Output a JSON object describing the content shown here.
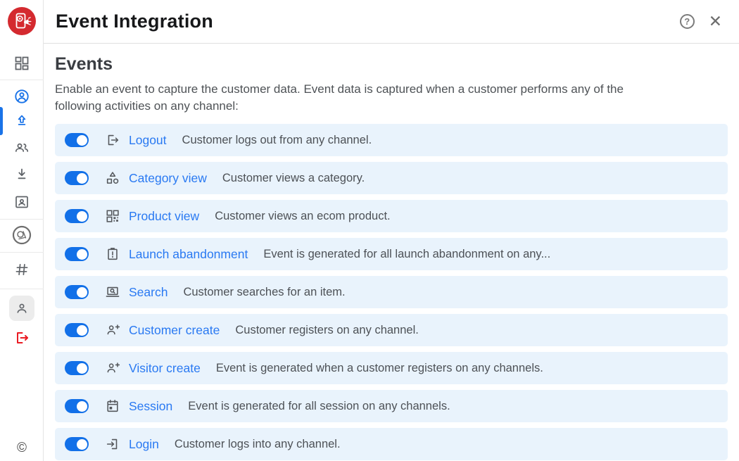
{
  "header": {
    "title": "Event Integration",
    "help_glyph": "?",
    "close_glyph": "✕"
  },
  "sidebar": {
    "hash_glyph": "#",
    "copyright_glyph": "©",
    "items": [
      "brand-logo",
      "dashboard",
      "account",
      "upload-active",
      "audience",
      "download",
      "contact-card",
      "globe-logo",
      "hash",
      "profile",
      "logout"
    ]
  },
  "main": {
    "heading": "Events",
    "description": "Enable an event to capture the customer data. Event data is captured when a customer performs any of the following activities on any channel:",
    "events": [
      {
        "label": "Logout",
        "description": "Customer logs out from any channel.",
        "icon": "logout-icon",
        "enabled": true
      },
      {
        "label": "Category view",
        "description": "Customer views a category.",
        "icon": "category-icon",
        "enabled": true
      },
      {
        "label": "Product view",
        "description": "Customer views an ecom product.",
        "icon": "qr-grid-icon",
        "enabled": true
      },
      {
        "label": "Launch abandonment",
        "description": "Event is generated for all launch abandonment on any...",
        "icon": "clipboard-alert-icon",
        "enabled": true
      },
      {
        "label": "Search",
        "description": "Customer searches for an item.",
        "icon": "laptop-search-icon",
        "enabled": true
      },
      {
        "label": "Customer create",
        "description": "Customer registers on any channel.",
        "icon": "person-add-icon",
        "enabled": true
      },
      {
        "label": "Visitor create",
        "description": "Event is generated when  a customer registers on any channels.",
        "icon": "person-add-icon",
        "enabled": true
      },
      {
        "label": "Session",
        "description": "Event is generated for all session on any channels.",
        "icon": "calendar-icon",
        "enabled": true
      },
      {
        "label": "Login",
        "description": "Customer logs into any channel.",
        "icon": "login-icon",
        "enabled": true
      }
    ]
  },
  "colors": {
    "accent_blue": "#1a73e8",
    "toggle_blue": "#1270e8",
    "label_blue": "#2979f2",
    "row_bg": "#e9f3fc",
    "brand_red": "#d42a2f",
    "logout_red": "#ea1c24"
  }
}
